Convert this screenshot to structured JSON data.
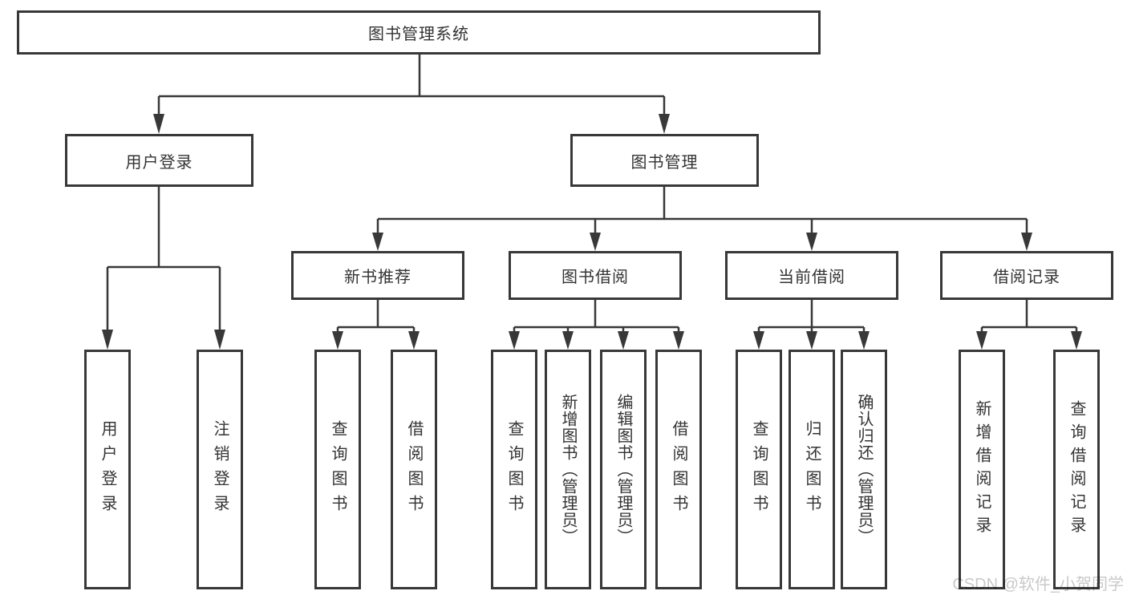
{
  "diagram": {
    "tree": {
      "root": {
        "label": "图书管理系统",
        "children": [
          {
            "label": "用户登录",
            "children": [
              {
                "label": "用户登录"
              },
              {
                "label": "注销登录"
              }
            ]
          },
          {
            "label": "图书管理",
            "children": [
              {
                "label": "新书推荐",
                "children": [
                  {
                    "label": "查询图书"
                  },
                  {
                    "label": "借阅图书"
                  }
                ]
              },
              {
                "label": "图书借阅",
                "children": [
                  {
                    "label": "查询图书"
                  },
                  {
                    "label": "新增图书（管理员）"
                  },
                  {
                    "label": "编辑图书（管理员）"
                  },
                  {
                    "label": "借阅图书"
                  }
                ]
              },
              {
                "label": "当前借阅",
                "children": [
                  {
                    "label": "查询图书"
                  },
                  {
                    "label": "归还图书"
                  },
                  {
                    "label": "确认归还（管理员）"
                  }
                ]
              },
              {
                "label": "借阅记录",
                "children": [
                  {
                    "label": "新增借阅记录"
                  },
                  {
                    "label": "查询借阅记录"
                  }
                ]
              }
            ]
          }
        ]
      }
    },
    "colors": {
      "line": "#383838",
      "box_border": "#383838",
      "text": "#333333",
      "background": "#ffffff",
      "watermark": "#c9c9c9"
    }
  },
  "watermark": {
    "text": "CSDN @软件_小贺同学"
  }
}
